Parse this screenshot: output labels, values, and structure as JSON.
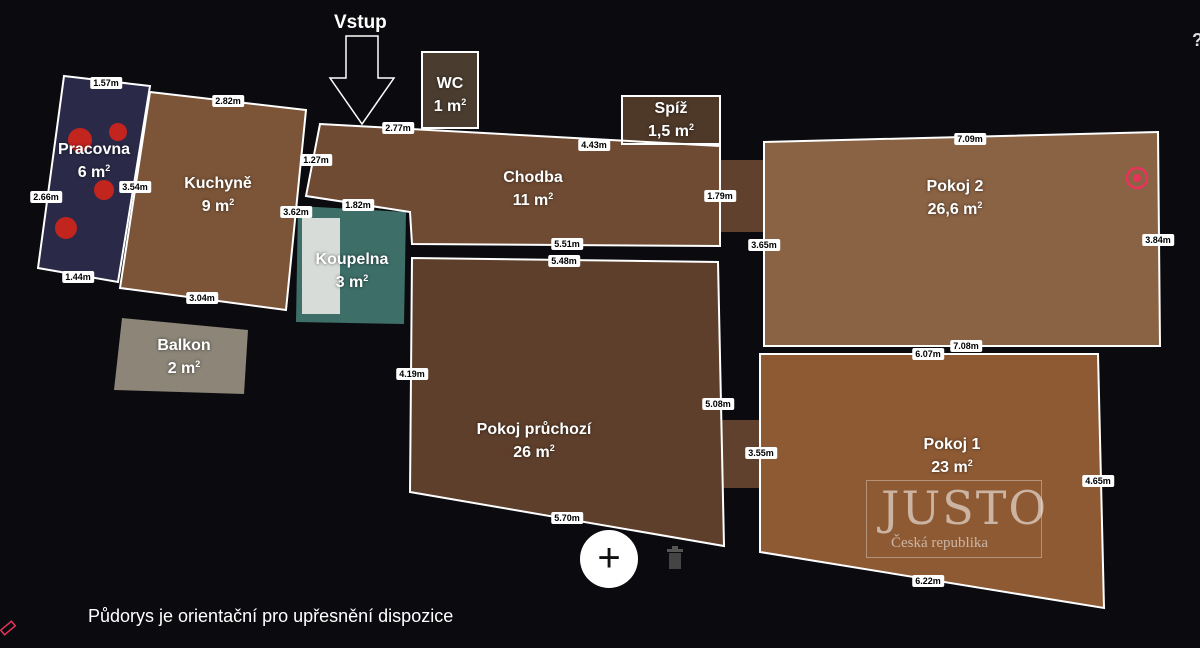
{
  "entrance_label": "Vstup",
  "caption": "Půdorys je orientační pro upřesnění dispozice",
  "help_glyph": "?",
  "add_glyph": "+",
  "watermark": {
    "logo": "JUSTO",
    "subtitle": "Česká republika"
  },
  "colors": {
    "background": "#0b0b0f",
    "outline": "#ffffff",
    "marker": "#e8335a",
    "floor": "#6e4a32"
  },
  "rooms": [
    {
      "name": "Pracovna",
      "area": "6 m"
    },
    {
      "name": "Kuchyně",
      "area": "9 m"
    },
    {
      "name": "WC",
      "area": "1 m"
    },
    {
      "name": "Spíž",
      "area": "1,5 m"
    },
    {
      "name": "Chodba",
      "area": "11 m"
    },
    {
      "name": "Koupelna",
      "area": "3 m"
    },
    {
      "name": "Balkon",
      "area": "2 m"
    },
    {
      "name": "Pokoj 2",
      "area": "26,6 m"
    },
    {
      "name": "Pokoj průchozí",
      "area": "26 m"
    },
    {
      "name": "Pokoj 1",
      "area": "23 m"
    }
  ],
  "area_unit_exp": "2",
  "dimensions": [
    "1.57m",
    "2.82m",
    "2.77m",
    "4.43m",
    "7.09m",
    "1.27m",
    "2.66m",
    "3.54m",
    "3.62m",
    "1.82m",
    "1.79m",
    "5.51m",
    "5.48m",
    "3.65m",
    "3.84m",
    "1.44m",
    "3.04m",
    "7.08m",
    "6.07m",
    "4.19m",
    "5.08m",
    "3.55m",
    "4.65m",
    "5.70m",
    "6.22m"
  ]
}
